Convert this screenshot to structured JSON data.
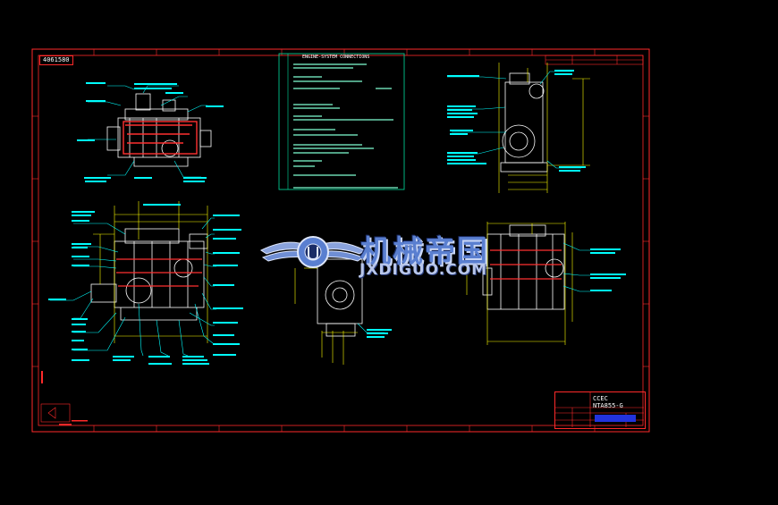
{
  "drawing": {
    "number": "4061580",
    "notes_heading": "ENGINE-SYSTEM CONNECTIONS"
  },
  "title_block": {
    "company": "CCEC",
    "model": "NTA855-G"
  },
  "watermark": {
    "chinese": "机械帝国",
    "latin": "JXDIGUO.COM"
  },
  "colors": {
    "background": "#000000",
    "border": "#ff2a2a",
    "notes_box": "#00e0a0",
    "dimension": "#ffff00",
    "callout": "#00ffff",
    "outline": "#ffffff",
    "watermark": "#5a7fd0"
  }
}
